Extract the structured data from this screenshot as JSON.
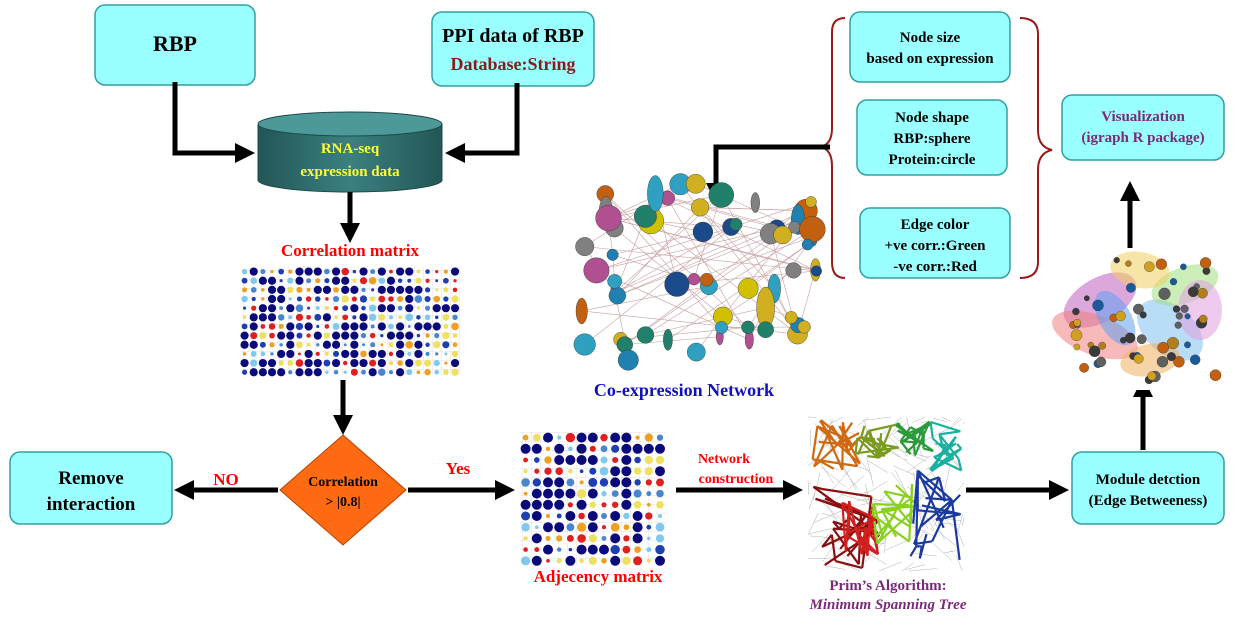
{
  "boxes": {
    "rbp": "RBP",
    "ppi_title": "PPI data of RBP",
    "ppi_db": "Database:String",
    "rnaseq_line1": "RNA-seq",
    "rnaseq_line2": "expression data",
    "remove_line1": "Remove",
    "remove_line2": "interaction",
    "node_size_line1": "Node size",
    "node_size_line2": "based on expression",
    "node_shape_line1": "Node shape",
    "node_shape_line2": "RBP:sphere",
    "node_shape_line3": "Protein:circle",
    "edge_color_line1": "Edge color",
    "edge_color_line2": "+ve corr.:Green",
    "edge_color_line3": "-ve corr.:Red",
    "viz_line1": "Visualization",
    "viz_line2": "(igraph R package)",
    "module_line1": "Module detction",
    "module_line2": "(Edge Betweeness)"
  },
  "decision": {
    "line1": "Correlation",
    "line2": "> |0.8|"
  },
  "labels": {
    "correlation_matrix": "Correlation matrix",
    "adjacency_matrix": "Adjecency matrix",
    "coexpression_network": "Co-expression Network",
    "no": "NO",
    "yes": "Yes",
    "network_construction_1": "Network",
    "network_construction_2": "construction",
    "prims_line1": "Prim’s Algorithm:",
    "prims_line2": "Minimum Spanning Tree"
  },
  "colors": {
    "box_fill": "#99ffff",
    "box_stroke": "#33a0a0",
    "cylinder": "#2e6b6b",
    "cylinder_text": "#ffff33",
    "decision": "#ff6a13",
    "red_label": "#ff0000",
    "blue_label": "#1010c0",
    "purple_label": "#7a2a7a",
    "db_text": "#8b1a1a",
    "arrow": "#000000",
    "brace": "#9a1a1a"
  }
}
